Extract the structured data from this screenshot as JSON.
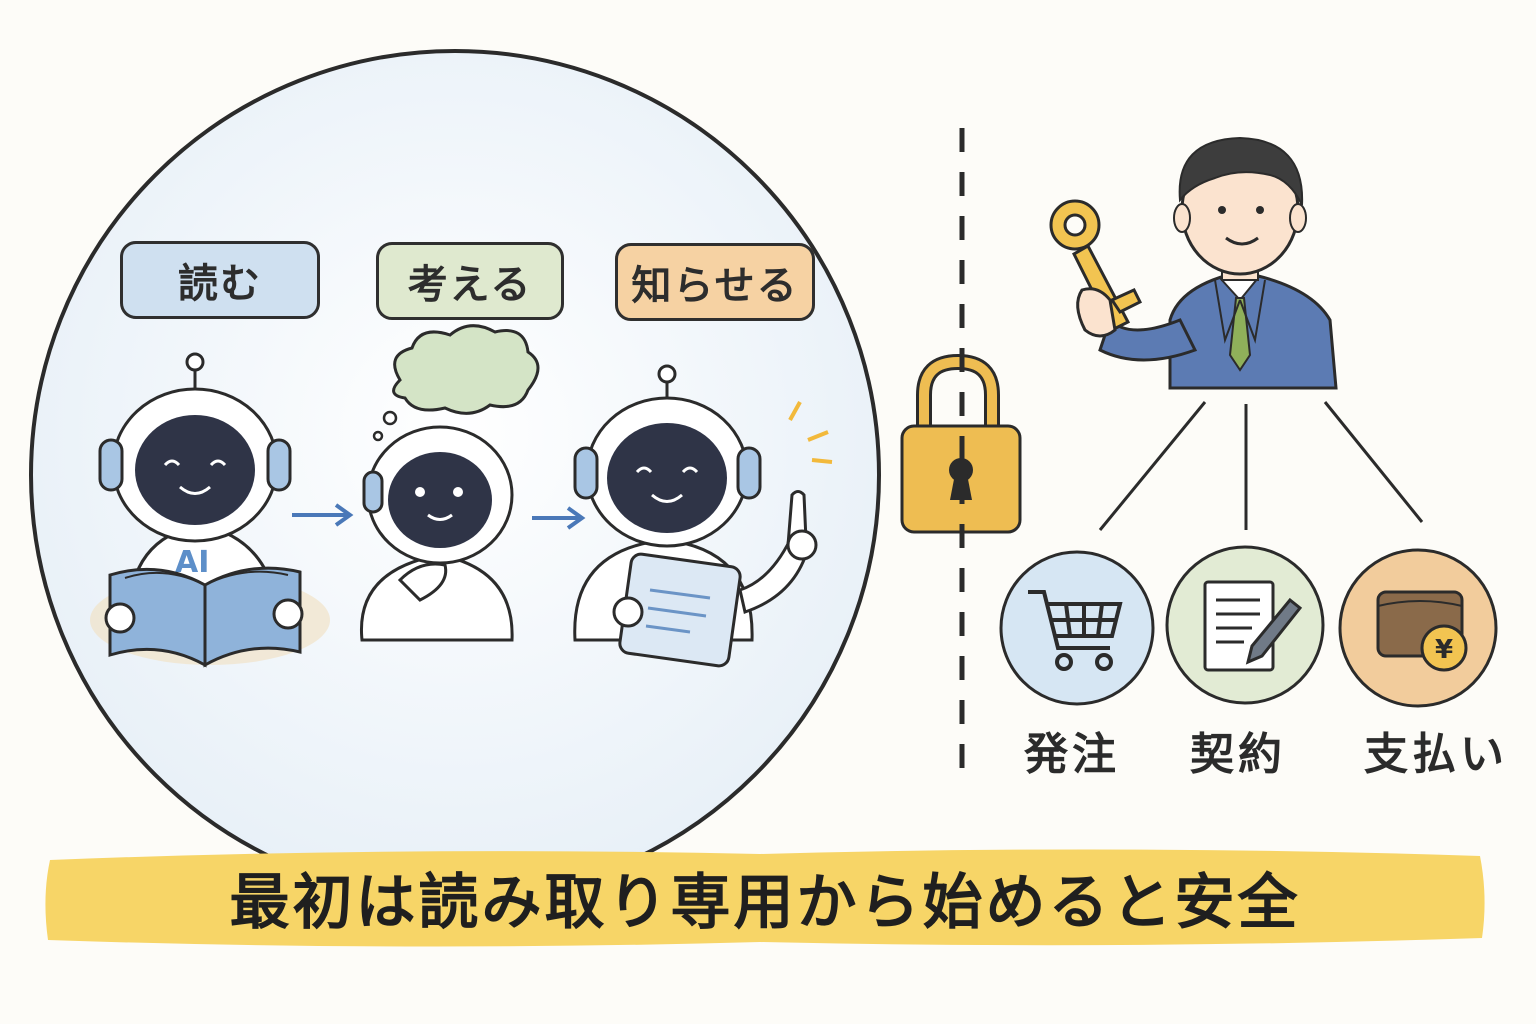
{
  "steps": [
    {
      "label": "読む",
      "color": "#cfe0f0"
    },
    {
      "label": "考える",
      "color": "#dfe9cf"
    },
    {
      "label": "知らせる",
      "color": "#f6d2a3"
    }
  ],
  "robot_chest_text": "AI",
  "actions": [
    {
      "label": "発注",
      "color": "#d6e6f3",
      "icon": "shopping-cart-icon"
    },
    {
      "label": "契約",
      "color": "#e2ebd4",
      "icon": "contract-pen-icon"
    },
    {
      "label": "支払い",
      "color": "#f2cc9c",
      "icon": "wallet-yen-icon"
    }
  ],
  "yen_symbol": "¥",
  "banner": {
    "text": "最初は読み取り専用から始めると安全",
    "color": "#f7d567"
  },
  "colors": {
    "lock": "#eebd52",
    "suit": "#5c7bb3",
    "tie": "#8fb05a",
    "key": "#f2c451",
    "arrow": "#4a78b8"
  }
}
